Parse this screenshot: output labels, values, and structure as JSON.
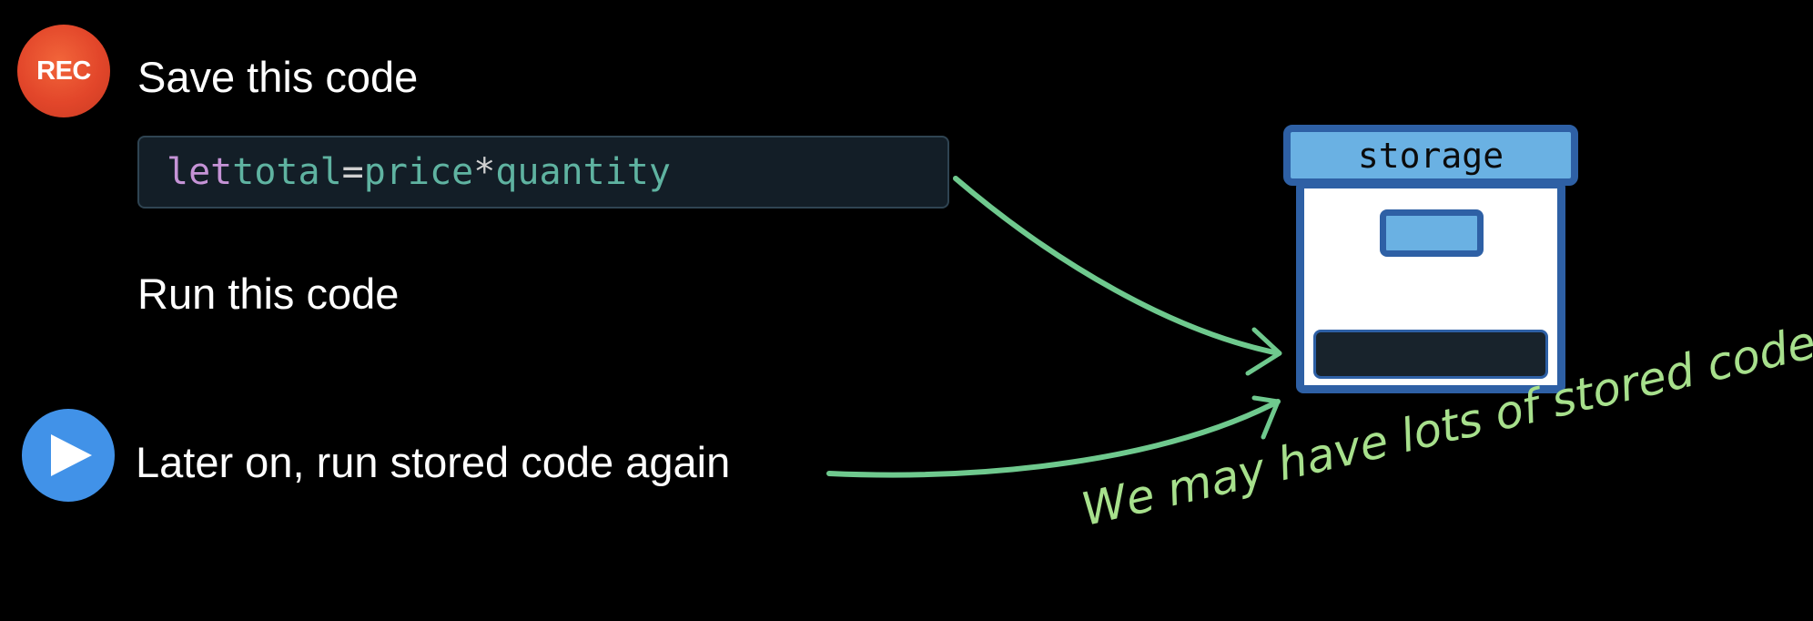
{
  "steps": {
    "save": {
      "badge": "REC",
      "label": "Save this code"
    },
    "run": {
      "label": "Run this code"
    },
    "replay": {
      "label": "Later on, run stored code again"
    }
  },
  "code": {
    "keyword": "let",
    "variable": "total",
    "op_assign": "=",
    "operand1": "price",
    "op_mul": "*",
    "operand2": "quantity"
  },
  "storage": {
    "title": "storage"
  },
  "note": "We may have lots of stored code",
  "colors": {
    "background": "#000000",
    "rec_badge": "#e2462a",
    "play_badge": "#4192e8",
    "storage_border": "#2e60a5",
    "storage_fill": "#6ab1e3",
    "arrow": "#6fc98e",
    "note": "#a7e08c"
  },
  "icons": [
    "record-icon",
    "play-icon"
  ]
}
